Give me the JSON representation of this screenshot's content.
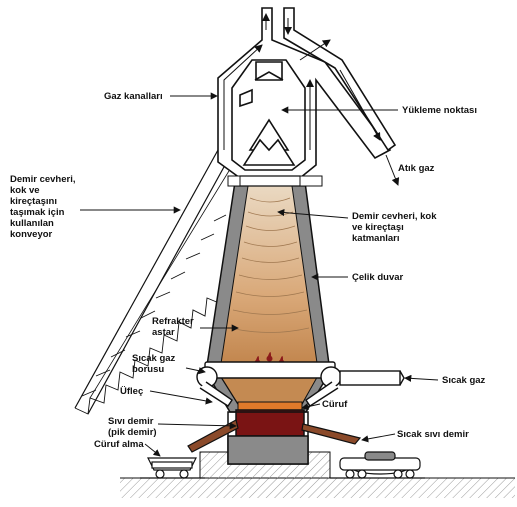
{
  "labels": {
    "gas_ducts": "Gaz kanalları",
    "loading_point": "Yükleme noktası",
    "waste_gas": "Atık gaz",
    "conveyor_l1": "Demir cevheri,",
    "conveyor_l2": "kok ve",
    "conveyor_l3": "kireçtaşını",
    "conveyor_l4": "taşımak için",
    "conveyor_l5": "kullanılan",
    "conveyor_l6": "konveyor",
    "layers_l1": "Demir cevheri, kok",
    "layers_l2": "ve kireçtaşı",
    "layers_l3": "katmanları",
    "steel_wall": "Çelik duvar",
    "refractory_l1": "Refrakter",
    "refractory_l2": "astar",
    "hot_gas_pipe_l1": "Sıcak gaz",
    "hot_gas_pipe_l2": "borusu",
    "hot_gas": "Sıcak gaz",
    "tuyere": "Üfleç",
    "slag": "Cüruf",
    "molten_iron_l1": "Sıvı demir",
    "molten_iron_l2": "(pik demir)",
    "hot_molten_iron": "Sıcak sıvı demir",
    "slag_removal": "Cüruf alma"
  },
  "colors": {
    "outline": "#111111",
    "steel_wall": "#8a8a8a",
    "burden_top": "#e6d2b8",
    "burden_bottom": "#c0834a",
    "slag": "#e07a2a",
    "molten_iron": "#7a1414",
    "drops": "#8b1a1a",
    "channel": "#8b4a2a",
    "ground_hatch": "#9a9a9a"
  }
}
